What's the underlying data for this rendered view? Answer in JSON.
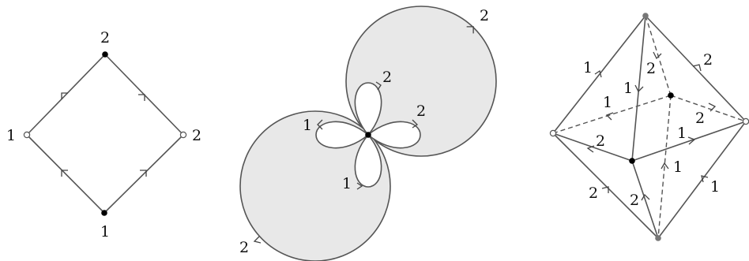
{
  "colors": {
    "line": "#555555",
    "disk_fill": "#e8e8e8",
    "vertex_black": "#000000",
    "vertex_gray": "#777777",
    "vertex_open": "#ffffff"
  },
  "diamond": {
    "top_label": "2",
    "left_label": "1",
    "right_label": "2",
    "bottom_label": "1"
  },
  "flower": {
    "disk_upper_label": "2",
    "disk_lower_label": "2",
    "petal_top_label": "2",
    "petal_right_label": "2",
    "petal_left_label": "1",
    "petal_bottom_label": "1"
  },
  "octahedron": {
    "edge_labels": [
      "1",
      "2",
      "2",
      "1",
      "1",
      "2",
      "2",
      "1",
      "2",
      "2",
      "1",
      "1"
    ]
  }
}
